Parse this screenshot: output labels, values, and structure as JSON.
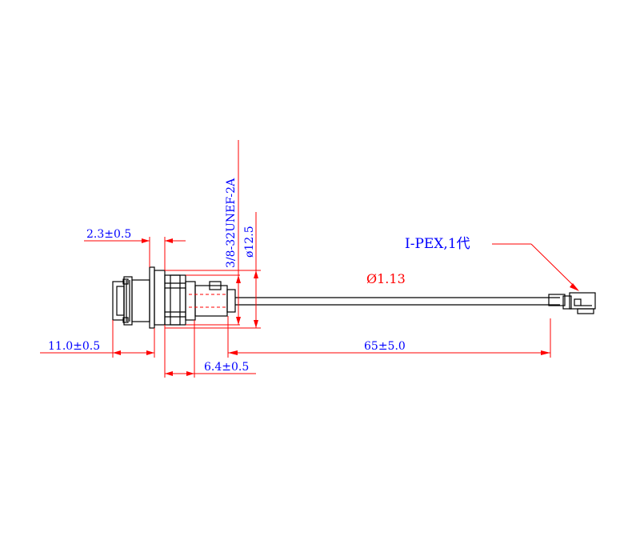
{
  "colors": {
    "dimension_text": "#0000ff",
    "dimension_line": "#ff0000",
    "outline": "#000000"
  },
  "dimensions": {
    "flange_thickness": "2.3±0.5",
    "front_length": "11.0±0.5",
    "rear_length": "6.4±0.5",
    "cable_length": "65±5.0",
    "thread_spec": "3/8-32UNEF-2A",
    "body_diameter": "ø12.5",
    "cable_diameter": "Ø1.13"
  },
  "connector_label": "I-PEX,1代"
}
